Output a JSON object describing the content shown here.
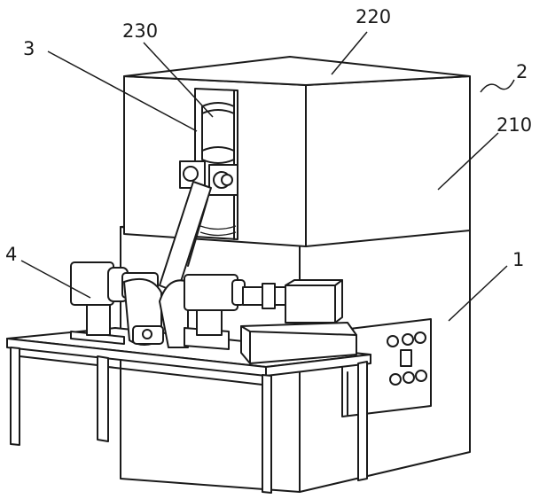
{
  "labels": {
    "assembly": "2",
    "cabinet": "210",
    "lid": "220",
    "window": "230",
    "rotor": "3",
    "motor": "4",
    "base": "1"
  }
}
